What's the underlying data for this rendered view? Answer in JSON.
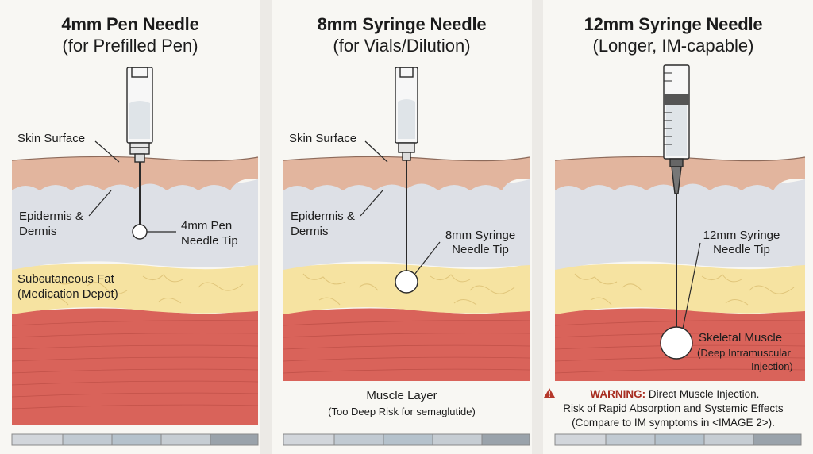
{
  "panels": [
    {
      "title": "4mm Pen Needle",
      "subtitle": "(for Prefilled Pen)",
      "labels": {
        "skin_surface": "Skin Surface",
        "epidermis_1": "Epidermis &",
        "epidermis_2": "Dermis",
        "tip_1": "4mm Pen",
        "tip_2": "Needle Tip",
        "fat_1": "Subcutaneous Fat",
        "fat_2": "(Medication Depot)"
      }
    },
    {
      "title": "8mm Syringe Needle",
      "subtitle": "(for Vials/Dilution)",
      "labels": {
        "skin_surface": "Skin Surface",
        "epidermis_1": "Epidermis &",
        "epidermis_2": "Dermis",
        "tip_1": "8mm Syringe",
        "tip_2": "Needle Tip",
        "muscle_1": "Muscle Layer",
        "muscle_2": "(Too Deep Risk for semaglutide)"
      }
    },
    {
      "title": "12mm Syringe Needle",
      "subtitle": "(Longer, IM-capable)",
      "labels": {
        "tip_1": "12mm Syringe",
        "tip_2": "Needle Tip",
        "muscle_1": "Skeletal Muscle",
        "muscle_2": "(Deep Intramuscular",
        "muscle_3": "Injection)",
        "warning_label": "WARNING:",
        "warning_1": "Direct Muscle Injection.",
        "warning_2": "Risk of Rapid Absorption and Systemic Effects",
        "warning_3": "(Compare to IM symptoms in <IMAGE 2>)."
      }
    }
  ],
  "colors": {
    "skin": "#e2b59e",
    "dermis": "#dde0e6",
    "fat": "#f6e3a1",
    "muscle": "#d9635a",
    "line": "#2a2a2a"
  }
}
